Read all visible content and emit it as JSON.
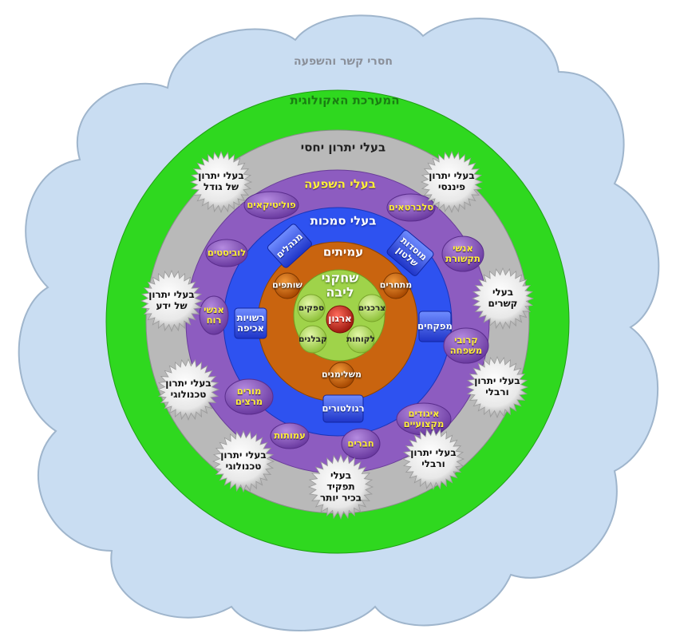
{
  "rings": {
    "cloud": "חסרי קשר והשפעה",
    "ecosystem": "המערכת האקולוגית",
    "relative_advantage": "בעלי יתרון יחסי",
    "influence": "בעלי השפעה",
    "authority": "בעלי סמכות",
    "peers": "עמיתים",
    "core": [
      "שחקני",
      "ליבה"
    ]
  },
  "center": "ארגון",
  "core_items": [
    "ספקים",
    "צרכנים",
    "קבלנים",
    "לקוחות"
  ],
  "peer_items": [
    "שותפים",
    "מתחרים",
    "משלימנים"
  ],
  "authority_items": [
    "מנהלים",
    "מוסדות שלטון",
    "רשויות אכיפה",
    "מפקחים",
    "רגולטורים"
  ],
  "influence_items": [
    "פוליטיקאים",
    "סלברטאים",
    "לוביסטים",
    "אנשי תקשורת",
    "אנשי רוח",
    "קרובי משפחה",
    "מורים מרצים",
    "איגודים מקצועיים",
    "עמותות",
    "חברים"
  ],
  "advantage_items": [
    "בעלי יתרון של גודל",
    "בעלי יתרון פיננסי",
    "בעלי יתרון של ידע",
    "בעלי קשרים",
    "בעלי יתרון טכנולוגי",
    "בעלי יתרון ורבלי",
    "בעלי יתרון טכנולוגי",
    "בעלי יתרון ורבלי",
    "בעלי תפקיד בכיר יותר"
  ],
  "colors": {
    "cloud": "#c9ddf2",
    "ecosystem": "#2fd81f",
    "relative_advantage": "#b9b9b9",
    "influence": "#8d5cc0",
    "authority": "#2e52f0",
    "peers": "#c9640f",
    "core": "#9fd34a",
    "center": "#cc2a1f"
  }
}
